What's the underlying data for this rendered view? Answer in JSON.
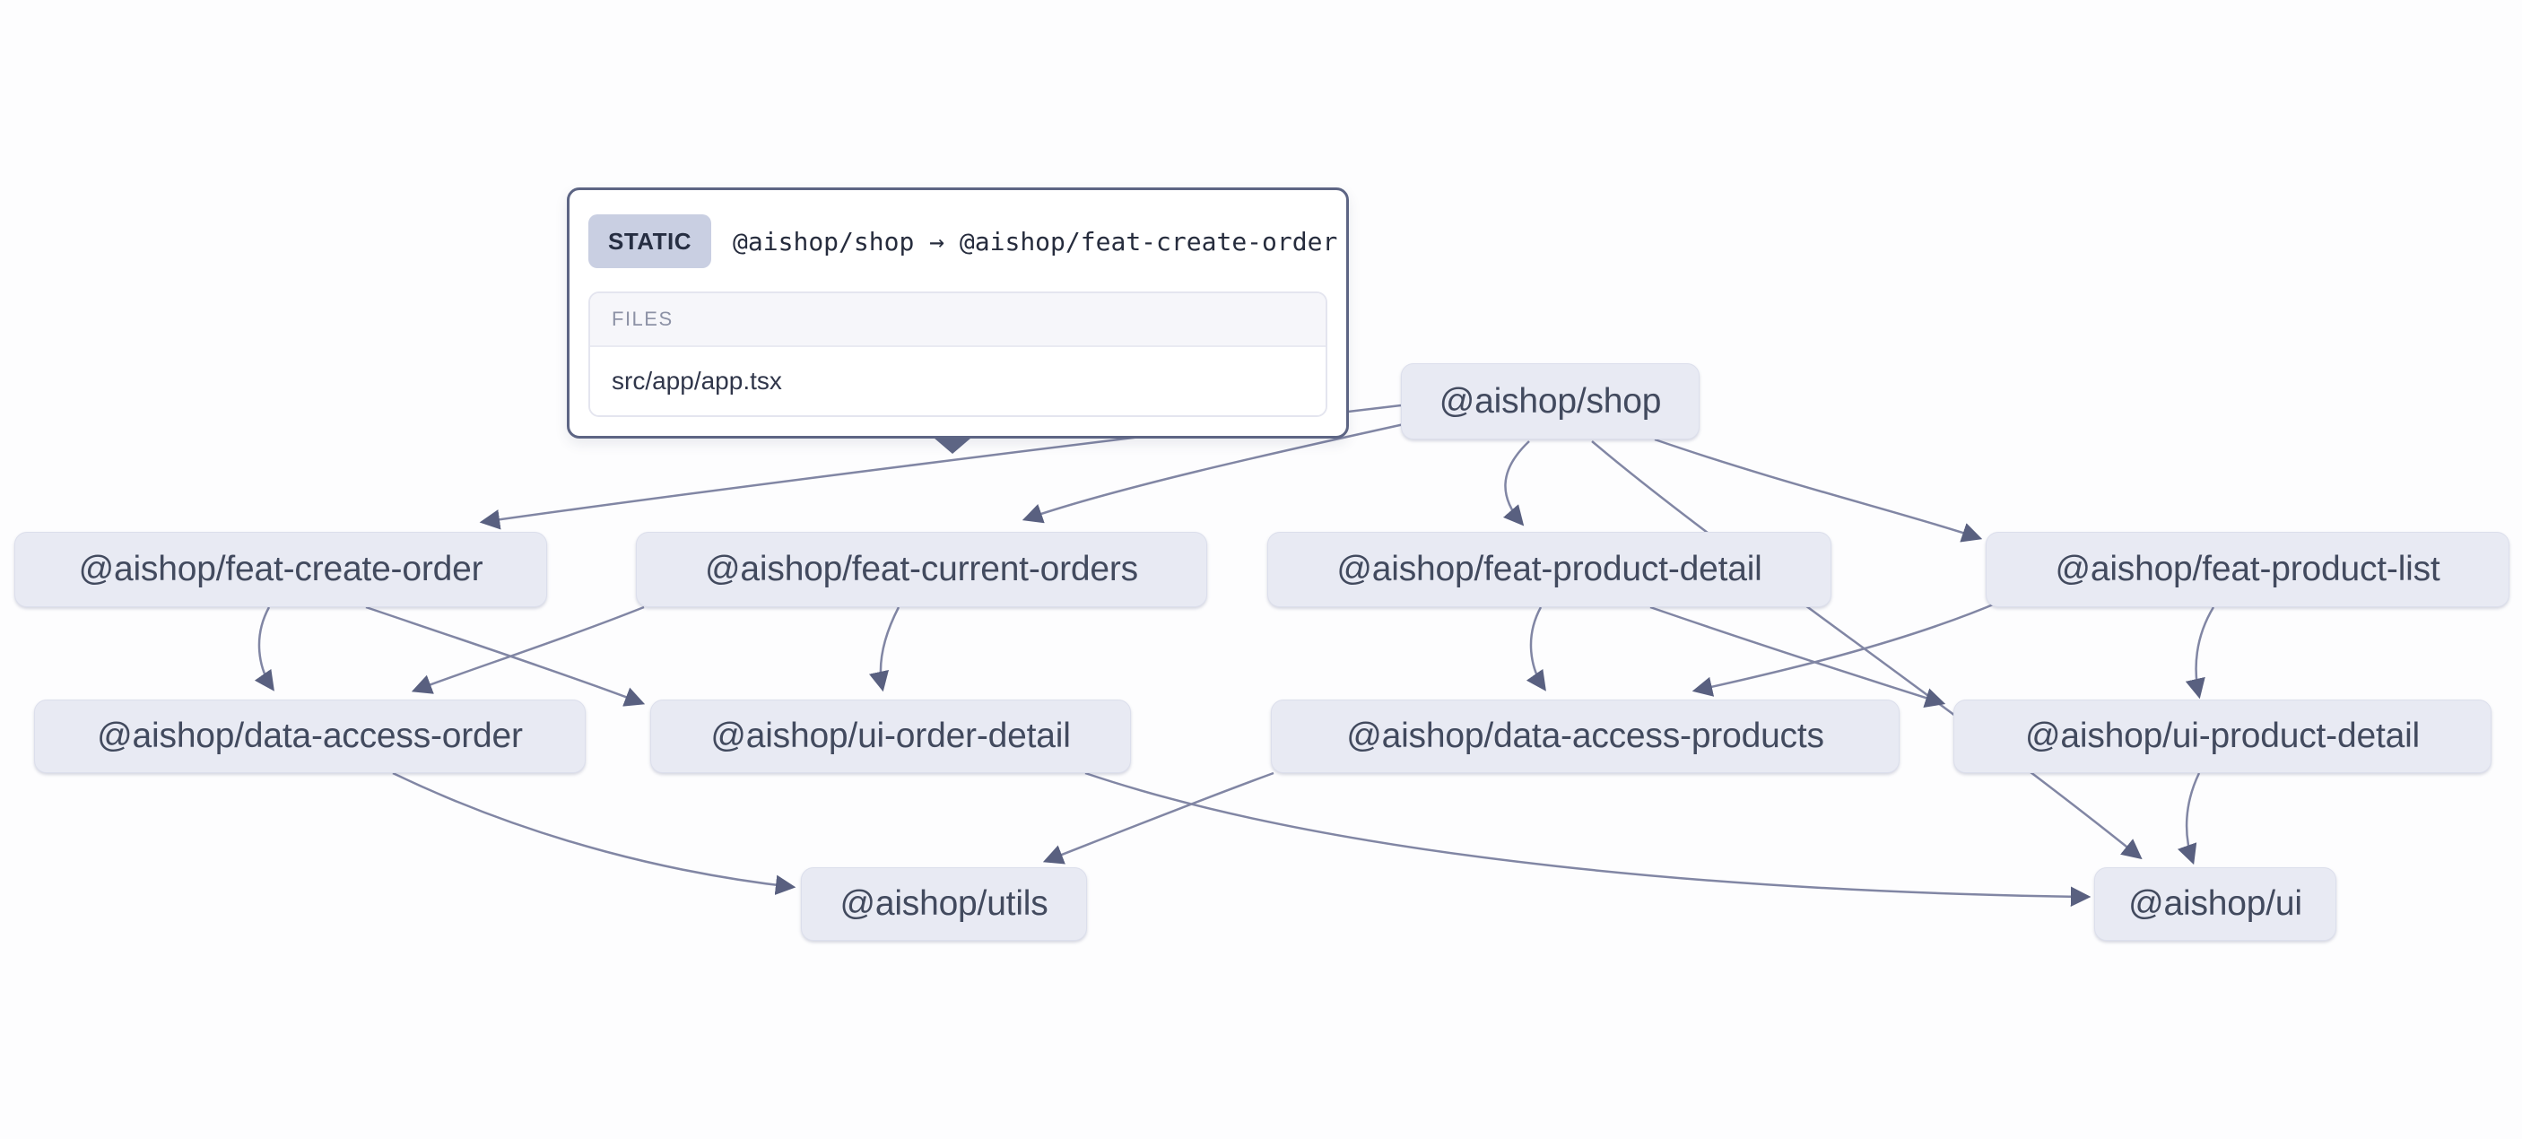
{
  "canvas": {
    "background": "#fdfdfe"
  },
  "tooltip": {
    "type_badge": "STATIC",
    "title": "@aishop/shop → @aishop/feat-create-order",
    "files_header": "FILES",
    "files": [
      "src/app/app.tsx"
    ]
  },
  "graph": {
    "nodes": [
      {
        "id": "shop",
        "label": "@aishop/shop"
      },
      {
        "id": "feat-create-order",
        "label": "@aishop/feat-create-order"
      },
      {
        "id": "feat-current-orders",
        "label": "@aishop/feat-current-orders"
      },
      {
        "id": "feat-product-detail",
        "label": "@aishop/feat-product-detail"
      },
      {
        "id": "feat-product-list",
        "label": "@aishop/feat-product-list"
      },
      {
        "id": "data-access-order",
        "label": "@aishop/data-access-order"
      },
      {
        "id": "ui-order-detail",
        "label": "@aishop/ui-order-detail"
      },
      {
        "id": "data-access-products",
        "label": "@aishop/data-access-products"
      },
      {
        "id": "ui-product-detail",
        "label": "@aishop/ui-product-detail"
      },
      {
        "id": "utils",
        "label": "@aishop/utils"
      },
      {
        "id": "ui",
        "label": "@aishop/ui"
      }
    ],
    "edges": [
      {
        "from": "@aishop/shop",
        "to": "@aishop/feat-create-order",
        "type": "static",
        "hovered": true
      },
      {
        "from": "@aishop/shop",
        "to": "@aishop/feat-current-orders",
        "type": "static"
      },
      {
        "from": "@aishop/shop",
        "to": "@aishop/feat-product-detail",
        "type": "static"
      },
      {
        "from": "@aishop/shop",
        "to": "@aishop/feat-product-list",
        "type": "static"
      },
      {
        "from": "@aishop/shop",
        "to": "@aishop/ui",
        "type": "static"
      },
      {
        "from": "@aishop/feat-create-order",
        "to": "@aishop/data-access-order",
        "type": "static"
      },
      {
        "from": "@aishop/feat-create-order",
        "to": "@aishop/ui-order-detail",
        "type": "static"
      },
      {
        "from": "@aishop/feat-current-orders",
        "to": "@aishop/data-access-order",
        "type": "static"
      },
      {
        "from": "@aishop/feat-current-orders",
        "to": "@aishop/ui-order-detail",
        "type": "static"
      },
      {
        "from": "@aishop/feat-product-detail",
        "to": "@aishop/data-access-products",
        "type": "static"
      },
      {
        "from": "@aishop/feat-product-detail",
        "to": "@aishop/ui-product-detail",
        "type": "static"
      },
      {
        "from": "@aishop/feat-product-list",
        "to": "@aishop/data-access-products",
        "type": "static"
      },
      {
        "from": "@aishop/feat-product-list",
        "to": "@aishop/ui-product-detail",
        "type": "static"
      },
      {
        "from": "@aishop/data-access-order",
        "to": "@aishop/utils",
        "type": "static"
      },
      {
        "from": "@aishop/data-access-products",
        "to": "@aishop/utils",
        "type": "static"
      },
      {
        "from": "@aishop/ui-order-detail",
        "to": "@aishop/ui",
        "type": "static"
      },
      {
        "from": "@aishop/ui-product-detail",
        "to": "@aishop/ui",
        "type": "static"
      }
    ],
    "colors": {
      "node_fill": "#e8eaf3",
      "node_text": "#424a5e",
      "edge_stroke": "#8186a4",
      "arrowhead": "#596080",
      "tooltip_border": "#5d6584",
      "badge_bg": "#c9cfe2"
    }
  }
}
